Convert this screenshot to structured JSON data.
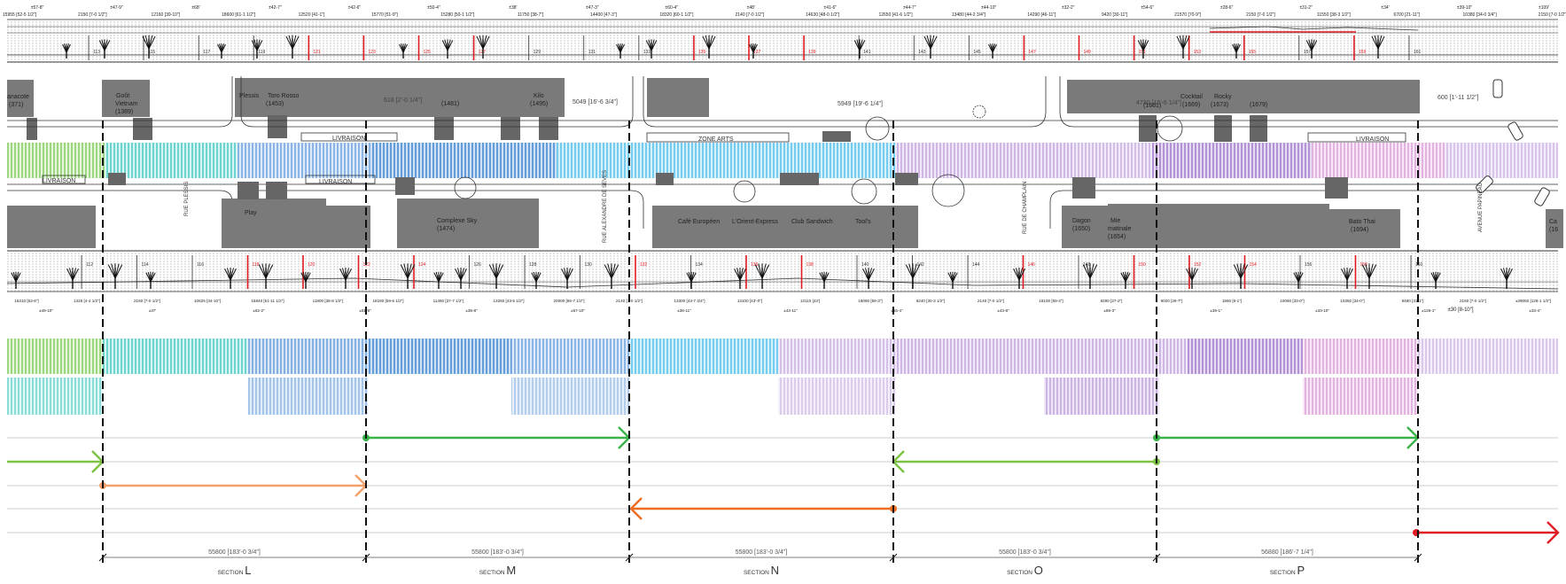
{
  "colors": {
    "green": "#8fd16a",
    "teal": "#5fd3cf",
    "blue": "#4d8fd6",
    "cyan": "#62c9ef",
    "lavender": "#c4a8df",
    "purple": "#a57fcf",
    "pink": "#d8a2d8",
    "arrow_green": "#38b34a",
    "arrow_orange_light": "#f5a06a",
    "arrow_orange": "#ee6c1f",
    "arrow_red": "#e21b22",
    "building": "#7a7a7a",
    "red_marker": "#e21b22"
  },
  "top_dims": [
    "15955 [52-5 1/2\"]",
    "2150 [7-0 1/2\"]",
    "12160 [39-10\"]",
    "18600 [61-1 1/2\"]",
    "12520 [41-1\"]",
    "15770 [51-9\"]",
    "15280 [50-1 1/2\"]",
    "11750 [38-7\"]",
    "14400 [47-3\"]",
    "18320 [60-1 1/2\"]",
    "2140 [7-0 1/2\"]",
    "14630 [48-0 1/2\"]",
    "12650 [41-6 1/2\"]",
    "13480 [44-2 3/4\"]",
    "14290 [46-11\"]",
    "9420 [30-11\"]",
    "21570 [70-9\"]",
    "2150 [7-0 1/2\"]",
    "11550 [38-3 1/2\"]",
    "6700 [21-11\"]",
    "10380 [34-0 3/4\"]",
    "2150 [7-0 1/2\"]"
  ],
  "top_pm": [
    "±57-8\"",
    "±47-9\"",
    "±68'",
    "±42-7\"",
    "±42-6\"",
    "±50-4\"",
    "±38'",
    "±47-3\"",
    "±60-4\"",
    "±48'",
    "±41-6\"",
    "±44-7\"",
    "±44-10\"",
    "±32-2\"",
    "±54-6\"",
    "±28-6\"",
    "±31-2\"",
    "±34'",
    "±39-10\"",
    "±109'"
  ],
  "top_nums": [
    "113",
    "115",
    "117",
    "119",
    "121",
    "123",
    "125",
    "127",
    "129",
    "131",
    "133",
    "135",
    "137",
    "139",
    "141",
    "143",
    "145",
    "147",
    "149",
    "151",
    "153",
    "155",
    "157",
    "159",
    "161"
  ],
  "bottom_nums": [
    "112",
    "114",
    "116",
    "118",
    "120",
    "122",
    "124",
    "126",
    "128",
    "130",
    "132",
    "134",
    "136",
    "138",
    "140",
    "142",
    "144",
    "146",
    "148",
    "150",
    "152",
    "154",
    "156",
    "158",
    "160"
  ],
  "bottom_dims": [
    "16310 [53-6\"]",
    "1325 [4-4 1/2\"]",
    "2150 [7-0 1/2\"]",
    "10625 [34-10\"]",
    "15840 [51-11 1/2\"]",
    "11800 [38-8 1/2\"]",
    "18150 [59-6 1/2\"]",
    "11460 [37-7 1/2\"]",
    "13250 [43-5 1/2\"]",
    "20000 [65-7 1/2\"]",
    "2140 [7-0 1/2\"]",
    "13300 [43-7 3/4\"]",
    "13100 [43'-0\"]",
    "13110 [43']",
    "18060 [59-3\"]",
    "9240 [30-3 1/2\"]",
    "2140 [7-0 1/2\"]",
    "18100 [59-4\"]",
    "8290 [27-2\"]",
    "9020 [29-7\"]",
    "1860 [6-1\"]",
    "10060 [33-0\"]",
    "10350 [34-0\"]",
    "9480 [31-1\"]",
    "2150 [7-0 1/2\"]",
    "±39050 [128-1 1/2\"]"
  ],
  "bottom_pm": [
    "±49-10\"",
    "±37'",
    "±62-2\"",
    "±51-9\"",
    "±38-8\"",
    "±57-10\"",
    "±38-11\"",
    "±43-11\"",
    "±65-4\"",
    "±43-8\"",
    "±59-3\"",
    "±39-1\"",
    "±33-10\"",
    "±128-1\"",
    "±33-4\""
  ],
  "streets": {
    "plessis": "RUE PLESSIS",
    "alexandre": "RUE ALEXANDRE DE SEVES",
    "champlain": "RUE DE CHAMPLAIN",
    "papineau": "AVENUE PAPINEAU"
  },
  "businesses_north": {
    "anacote": [
      "anacote",
      "(371)"
    ],
    "gout": [
      "Goût",
      "Vietnam",
      "(1389)"
    ],
    "plessis": [
      "Plessis"
    ],
    "toro": [
      "Toro Rosso",
      "(1453)"
    ],
    "p1481": [
      "(1481)"
    ],
    "kilo": [
      "Kilo",
      "(1495)"
    ],
    "p1661": [
      "(1661)"
    ],
    "cocktail": [
      "Cocktail",
      "(1669)"
    ],
    "rocky": [
      "Rocky",
      "(1673)"
    ],
    "p1679": [
      "(1679)"
    ]
  },
  "businesses_south": {
    "play": "Play",
    "sky": [
      "Complexe Sky",
      "(1474)"
    ],
    "cafe": "Café Européen",
    "orient": "L'Orient-Express",
    "club": "Club Sandwich",
    "tools": "Tool's",
    "dagon": [
      "Dagon",
      "(1650)"
    ],
    "mie": [
      "Mie",
      "matinale",
      "(1654)"
    ],
    "bato": [
      "Bato Thai",
      "(1694)"
    ],
    "edge": [
      "Ca",
      "(16"
    ]
  },
  "street_labels": {
    "livraison_1": "LIVRAISON",
    "livraison_2": "LIVRAISON",
    "livraison_3": "LIVRAISON",
    "livraison_4": "LIVRAISON",
    "zone_arts": "ZONE ARTS"
  },
  "plan_dims": {
    "d1": "618 [2'-0 1/4\"]",
    "d2": "5049 [16'-6 3/4\"]",
    "d3": "5949 [19'-6 1/4\"]",
    "d4": "4730 [15'-6 1/4\"]",
    "d5": "600 [1'-11 1/2\"]"
  },
  "section_lengths": [
    "55800 [183'-0 3/4\"]",
    "55800 [183'-0 3/4\"]",
    "55800 [183'-0 3/4\"]",
    "55800 [183'-0 3/4\"]",
    "56880 [186'-7 1/4\"]"
  ],
  "section_prefix": "SECTION",
  "sections": [
    "L",
    "M",
    "N",
    "O",
    "P"
  ],
  "right_edge_dim": "±30 [8-10\"]"
}
